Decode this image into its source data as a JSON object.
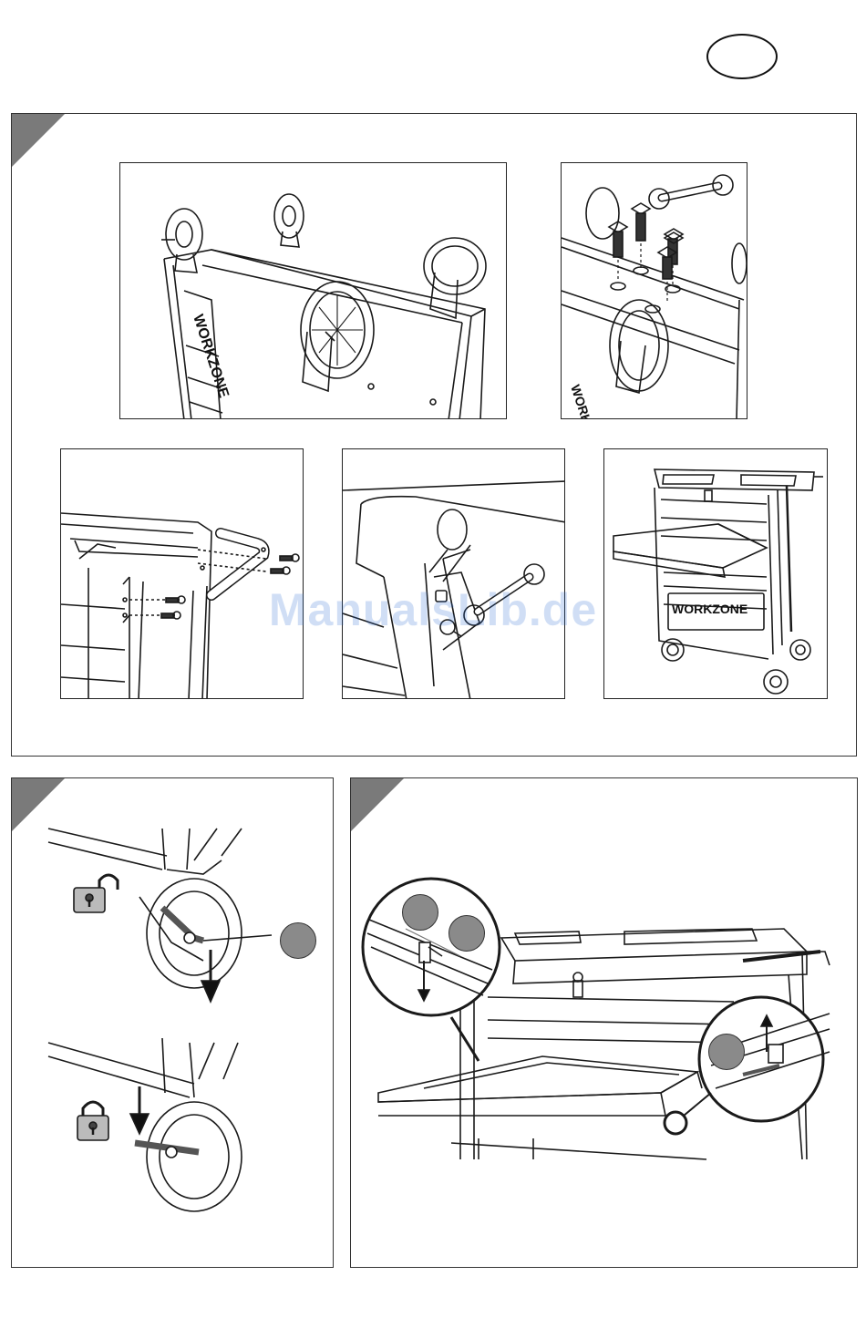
{
  "page": {
    "watermark": "ManualsLib.de",
    "language_badge": ""
  },
  "section1": {
    "brand_logo": "WORK ZONE",
    "brand_logo_small": "WORKZONE",
    "brand_logo_icon": "slash-stripes-icon"
  },
  "section2": {
    "unlock_icon": "open-padlock-icon",
    "lock_icon": "closed-padlock-icon"
  },
  "colors": {
    "corner_tab": "#7a7a7a",
    "callout_dot": "#8a8a8a",
    "watermark": "#2f6fd3",
    "line": "#1a1a1a"
  }
}
